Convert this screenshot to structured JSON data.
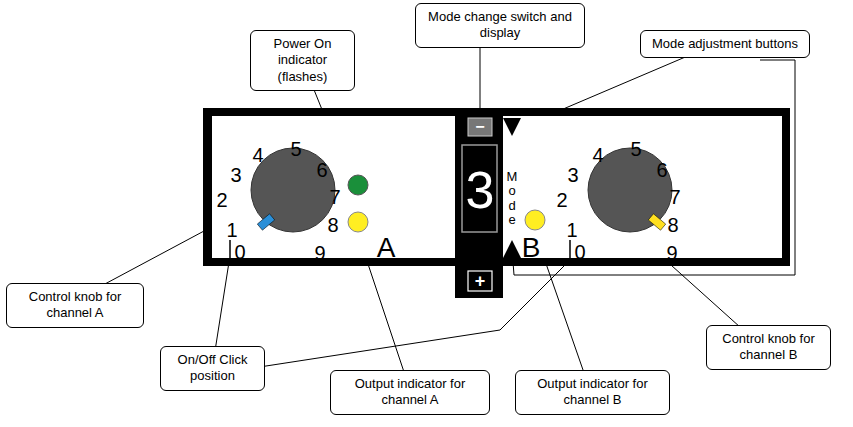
{
  "diagram": {
    "nodes": [
      {
        "text": [
          "Mode change switch and display"
        ]
      },
      {
        "text": [
          "Power On indicator (flashes)"
        ]
      },
      {
        "text": [
          "Mode adjustment buttons"
        ]
      },
      {
        "text": [
          "Control knob for channel A"
        ]
      },
      {
        "text": [
          "On/Off Click position"
        ]
      },
      {
        "text": [
          "Output indicator for channel A"
        ]
      },
      {
        "text": [
          "Output indicator for channel B"
        ]
      },
      {
        "text": [
          "Control knob for channel B"
        ]
      }
    ],
    "labels": [
      "3",
      "4",
      "5",
      "2",
      "6",
      "7",
      "1",
      "8",
      "0",
      "9",
      "A",
      "−",
      "3",
      "+",
      "Mode",
      "3",
      "4",
      "5",
      "2",
      "6",
      "7",
      "1",
      "8",
      "0",
      "9",
      "B"
    ]
  }
}
